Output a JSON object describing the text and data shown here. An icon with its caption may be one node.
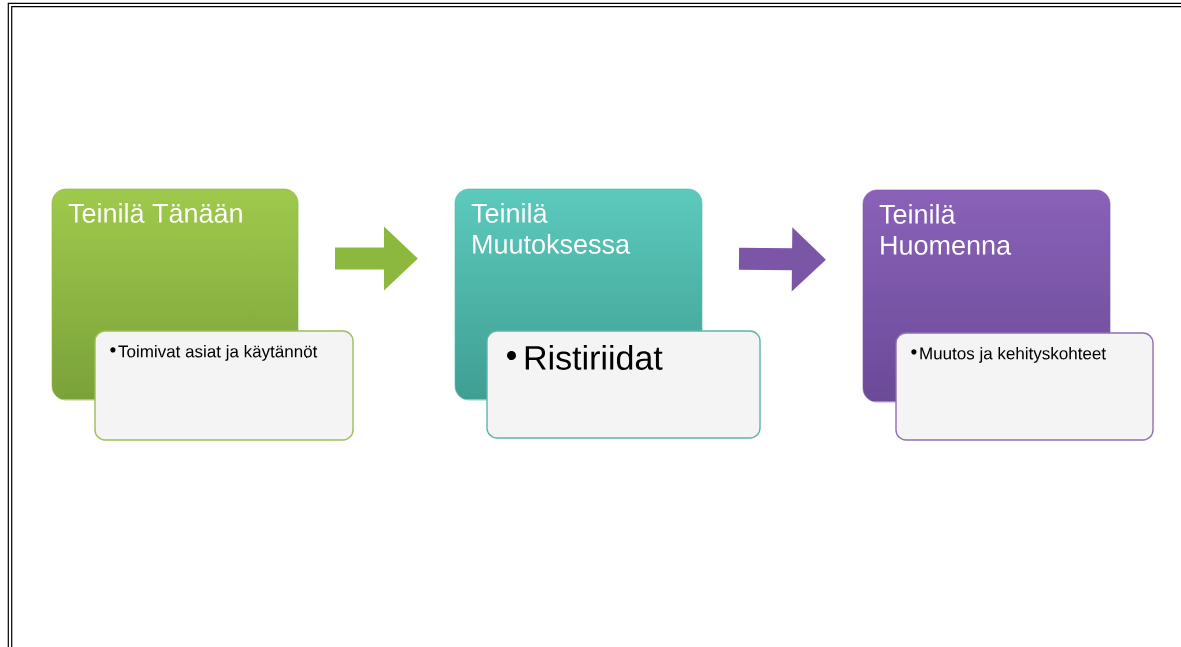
{
  "diagram": {
    "nodes": [
      {
        "text": [
          "Teinilä Tänään"
        ]
      },
      {
        "text": [
          "Toimivat asiat ja käytännöt"
        ]
      },
      {
        "text": [
          "Teinilä Muutoksessa"
        ]
      },
      {
        "text": [
          "Ristiriidat"
        ]
      },
      {
        "text": [
          "Teinilä Huomenna"
        ]
      },
      {
        "text": [
          "Muutos ja kehityskohteet"
        ]
      }
    ],
    "edges": [
      {
        "from": 0,
        "to": 2,
        "arrow": "to",
        "color": "#8db83f"
      },
      {
        "from": 2,
        "to": 4,
        "arrow": "to",
        "color": "#7b56a6"
      }
    ]
  }
}
